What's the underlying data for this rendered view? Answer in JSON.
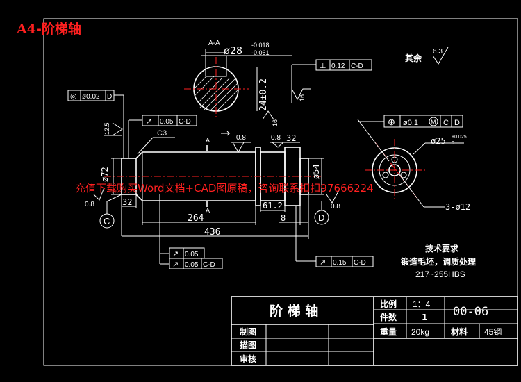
{
  "header": {
    "title": "A4-阶梯轴"
  },
  "watermark": "充值下载购买Word文档+CAD图原稿，咨询联系扣扣97666224",
  "section": {
    "label": "A-A",
    "diameter": "ø28",
    "tol_upper": "-0.018",
    "tol_lower": "-0.061",
    "keyway": "24±0.2"
  },
  "roughness": {
    "other": "其余",
    "other_value": "6.3",
    "r16a": "16",
    "r16b": "16",
    "r125": "12.5",
    "r08_center": "0.8",
    "r08_right": "0.8",
    "r08_left": "0.8",
    "r08_dright": "0.8"
  },
  "tolerances": {
    "t012": {
      "sym": "⊥",
      "val": "0.12",
      "ref": "C-D"
    },
    "coax": {
      "sym": "◎",
      "val": "ø0.02",
      "ref": "D"
    },
    "run_top": {
      "sym": "↗",
      "val": "0.05",
      "ref": "C-D"
    },
    "pos": {
      "sym": "⊕",
      "val": "ø0.1",
      "mod": "M",
      "ref1": "C",
      "ref2": "D"
    },
    "run_b1": {
      "sym": "↗",
      "val": "0.05",
      "ref": ""
    },
    "run_b2": {
      "sym": "↗",
      "val": "0.05",
      "ref": "C-D"
    },
    "run_right": {
      "sym": "↗",
      "val": "0.15",
      "ref": "C-D"
    }
  },
  "dims": {
    "c3": "C3",
    "d72": "ø72",
    "d54": "ø54",
    "d32_top": "32",
    "d32_bottom": "32",
    "d61": "61.2",
    "d8": "8",
    "d264": "264",
    "d436": "436",
    "d25": "ø25",
    "d25_tol": "+0.025",
    "d25_tol_low": "0",
    "d12": "3-ø12",
    "section_a_top": "A",
    "section_a_bottom": "A",
    "datum_c": "C",
    "datum_d": "D"
  },
  "tech": {
    "title": "技术要求",
    "line1": "锻造毛坯，调质处理",
    "line2": "217~255HBS"
  },
  "titleblock": {
    "name": "阶 梯 轴",
    "scale_label": "比例",
    "scale_value": "1：4",
    "count_label": "件数",
    "count_value": "1",
    "weight_label": "重量",
    "weight_value": "20kg",
    "material_label": "材料",
    "material_value": "45钢",
    "drawing_no": "00-06",
    "draw_label": "制图",
    "trace_label": "描图",
    "review_label": "审核"
  }
}
